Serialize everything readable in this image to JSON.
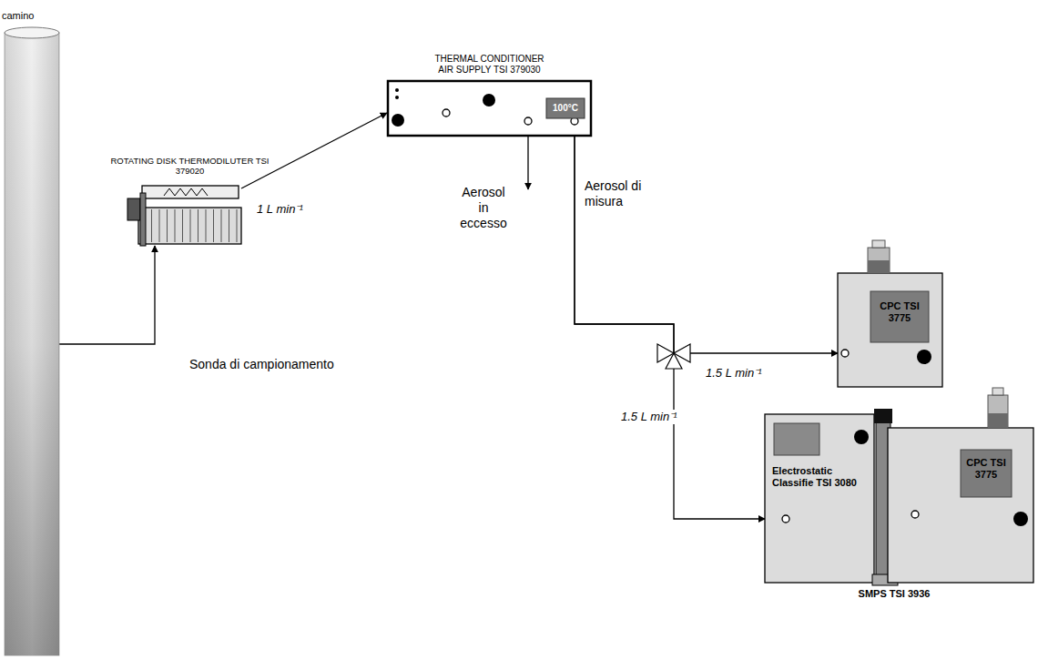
{
  "diagram": {
    "nodes": [
      {
        "text": [
          "camino"
        ]
      },
      {
        "text": [
          "ROTATING DISK THERMODILUTER TSI 379020"
        ]
      },
      {
        "text": [
          "THERMAL CONDITIONER AIR SUPPLY TSI 379030"
        ]
      },
      {
        "text": [
          "100°C"
        ],
        "in": 2
      },
      {
        "text": [
          "CPC TSI 3775"
        ]
      },
      {
        "text": [
          "Electrostatic Classifie TSI 3080"
        ]
      },
      {
        "text": [
          "CPC TSI 3775"
        ]
      }
    ],
    "edges": [
      {
        "from": 0,
        "to": 1,
        "arrow": "to",
        "label": "Sonda di campionamento"
      },
      {
        "from": 1,
        "to": 2,
        "arrow": "to",
        "label": "1 L min⁻¹"
      },
      {
        "from": 2,
        "to": 4,
        "arrow": "to",
        "label": "1.5 L min⁻¹"
      },
      {
        "from": 2,
        "to": 5,
        "arrow": "to",
        "label": "1.5 L min⁻¹"
      }
    ],
    "labels": [
      "Aerosol in eccesso",
      "Aerosol di misura",
      "SMPS TSI 3936"
    ]
  }
}
